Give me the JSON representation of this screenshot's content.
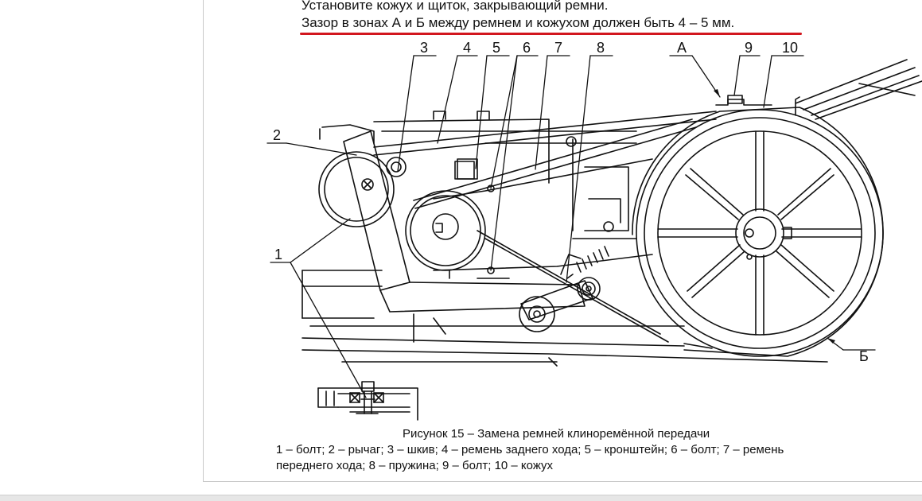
{
  "instructions": {
    "line1": "Установите кожух и щиток, закрывающий ремни.",
    "line2": "Зазор в зонах А и Б между ремнем и кожухом должен быть 4 – 5 мм.",
    "underline_color": "#d2161e"
  },
  "figure": {
    "callouts": [
      "3",
      "4",
      "5",
      "6",
      "7",
      "8",
      "А",
      "9",
      "10",
      "2",
      "1",
      "Б"
    ],
    "caption_title": "Рисунок 15 – Замена ремней клиноремённой передачи",
    "legend_line1": "1 – болт; 2 – рычаг; 3 – шкив; 4 – ремень заднего хода; 5 – кронштейн; 6 – болт; 7 – ремень",
    "legend_line2": "переднего хода; 8 – пружина; 9 – болт; 10 – кожух"
  }
}
